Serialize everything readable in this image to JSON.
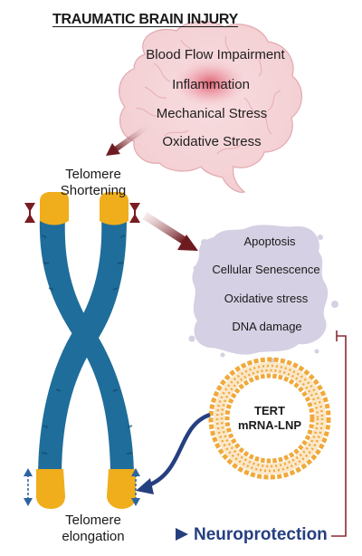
{
  "title": "TRAUMATIC BRAIN INJURY",
  "brain_effects": [
    "Blood Flow Impairment",
    "Inflammation",
    "Mechanical Stress",
    "Oxidative Stress"
  ],
  "telomere_shortening": [
    "Telomere",
    "Shortening"
  ],
  "cell_effects": [
    "Apoptosis",
    "Cellular Senescence",
    "Oxidative stress",
    "DNA damage"
  ],
  "lnp_label": [
    "TERT",
    "mRNA-LNP"
  ],
  "telomere_elongation": [
    "Telomere",
    "elongation"
  ],
  "outcome": "Neuroprotection",
  "colors": {
    "chromosome": "#1f6d9a",
    "telomere": "#f0ae1c",
    "arrow": "#7a1c22",
    "cell": "#d5d0e3",
    "lnp": "#f0a93a",
    "outcome": "#263f80",
    "brain": "#f5d4d7"
  },
  "icons": [
    "brain-icon",
    "chromosome-icon",
    "cell-icon",
    "lipid-nanoparticle-icon"
  ]
}
